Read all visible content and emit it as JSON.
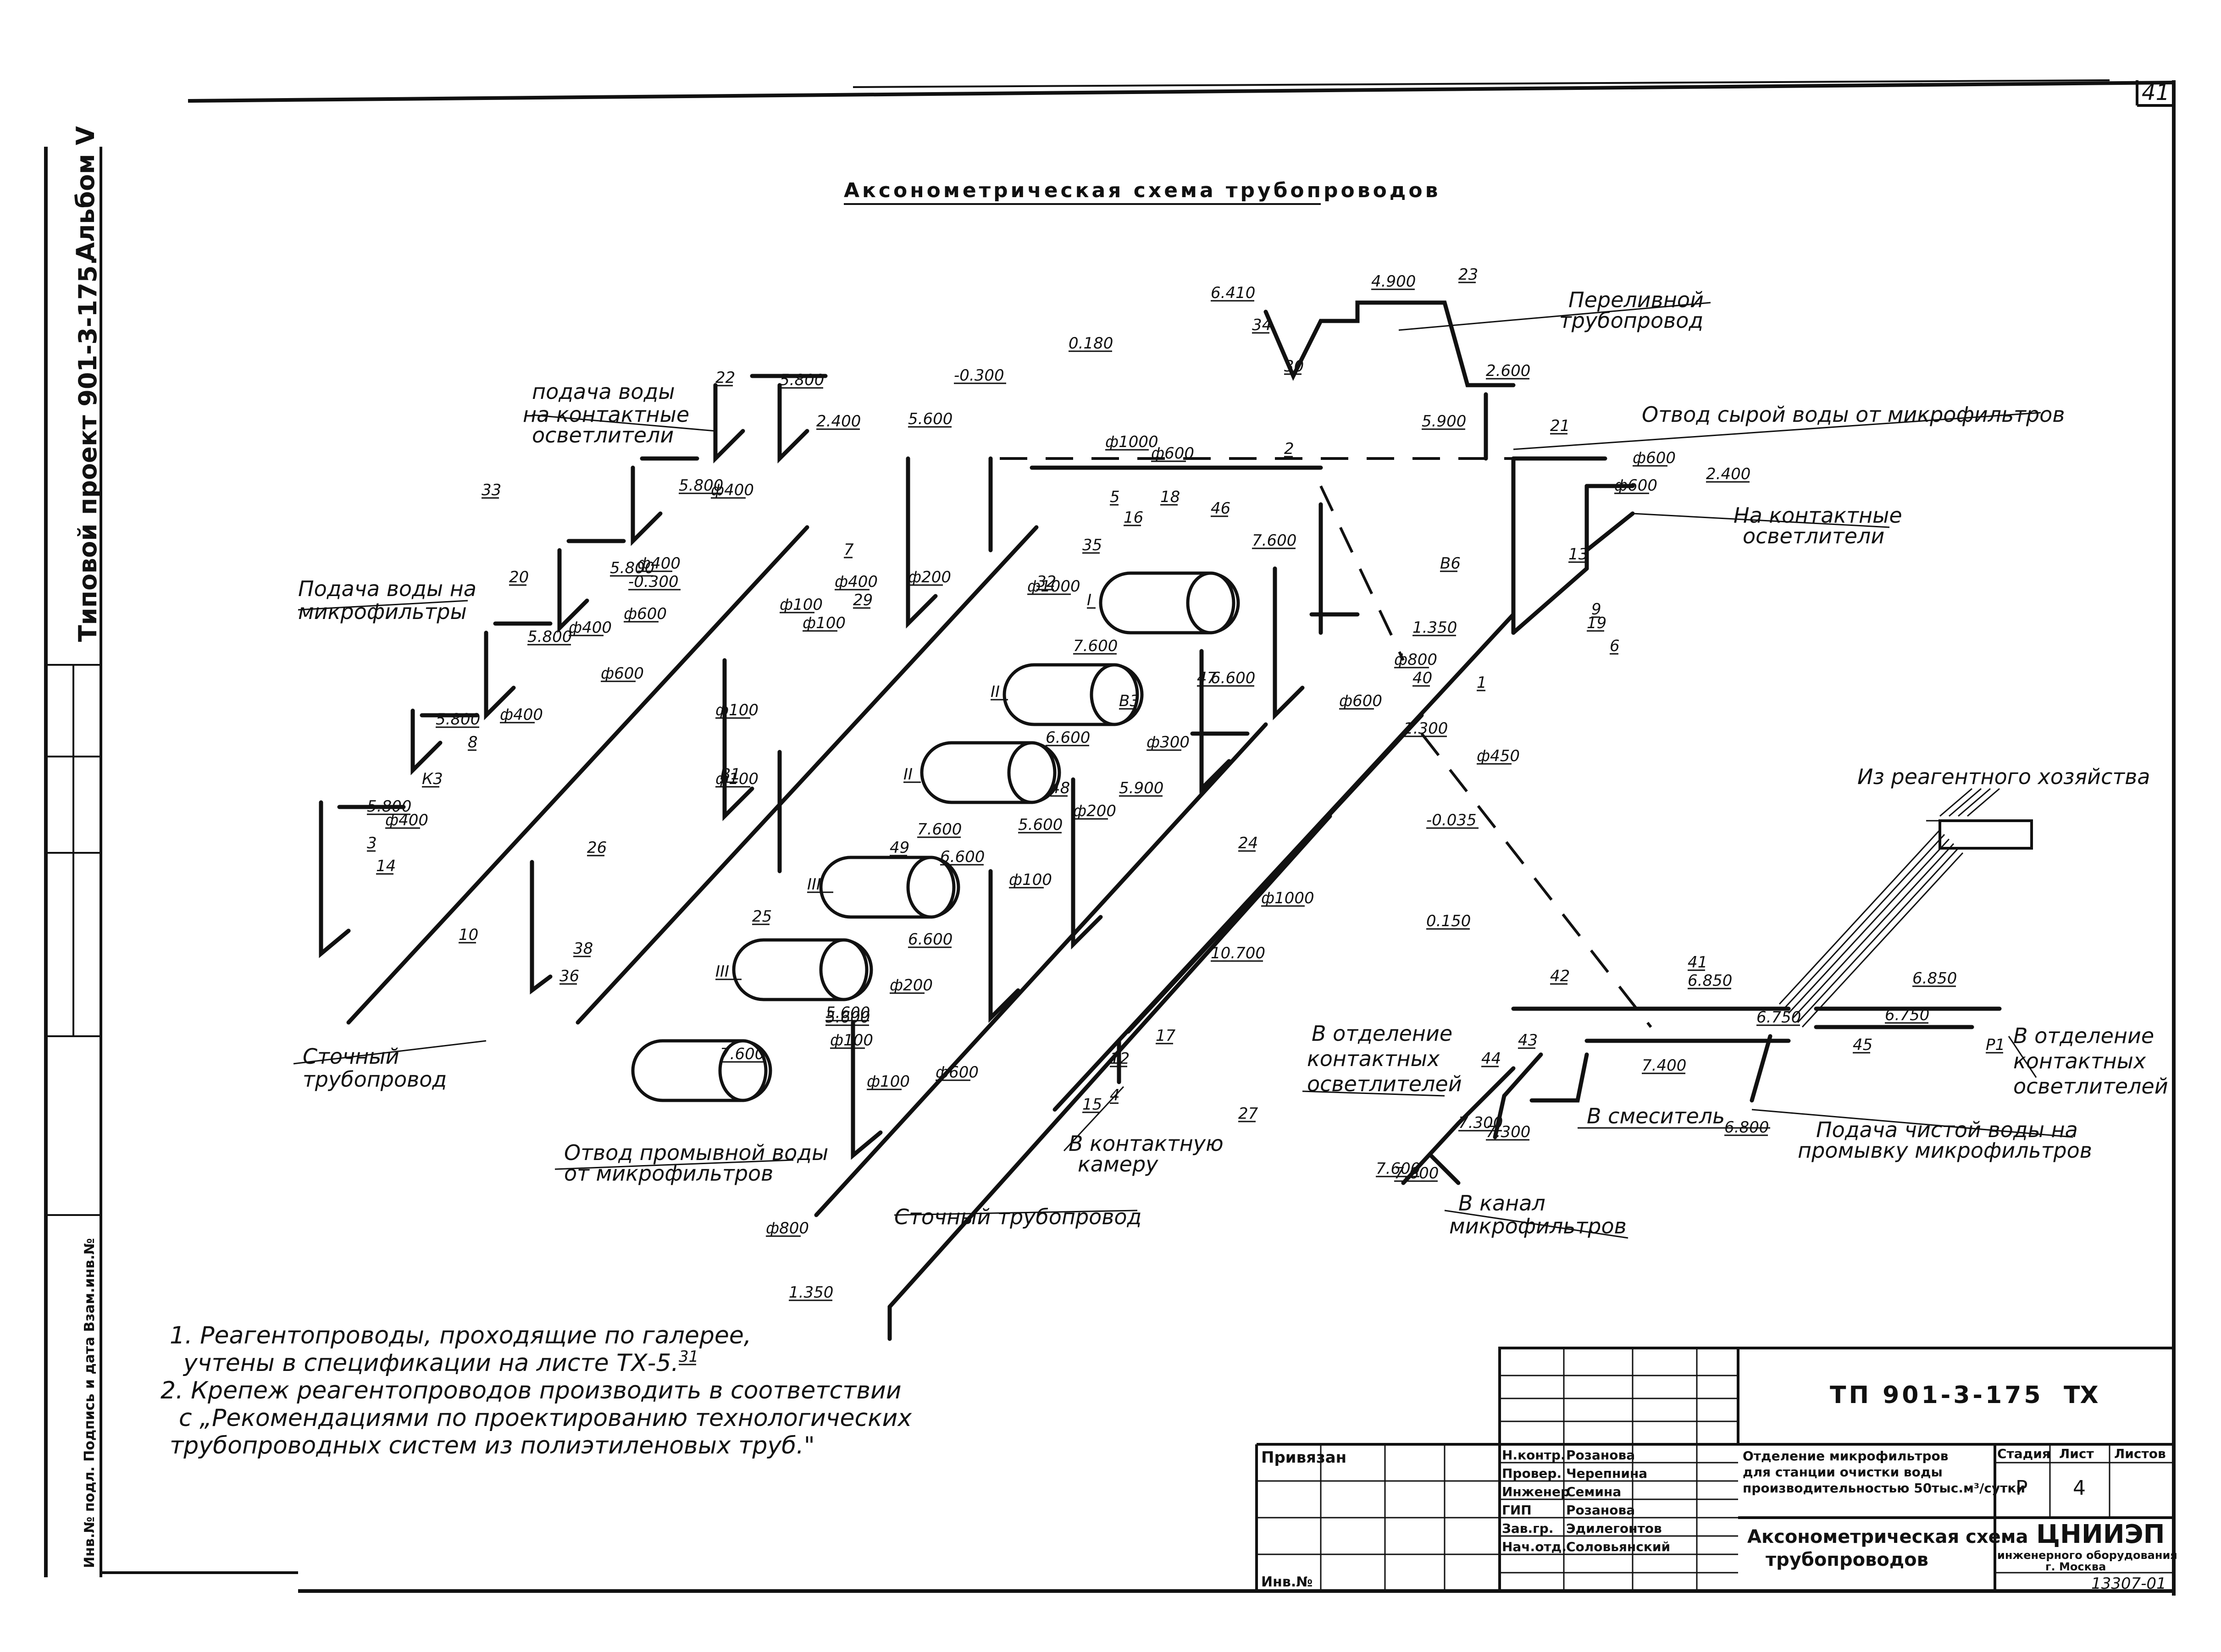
{
  "sheet_number": "41",
  "title": "Аксонометрическая схема трубопроводов",
  "side_strip": {
    "project": "Типовой проект 901-3-175.",
    "album": "Альбом V",
    "inventory": "Инв.№ подл. Подпись и дата Взам.инв.№"
  },
  "labels": {
    "supply_contact": [
      "подача воды",
      "на контактные",
      "осветлители"
    ],
    "supply_micro": [
      "Подача воды на",
      "микрофильтры"
    ],
    "drain_pipe": [
      "Сточный",
      "трубопровод"
    ],
    "wash_drain": [
      "Отвод промывной воды",
      "от микрофильтров"
    ],
    "to_contact_chamber": [
      "В контактную",
      "камеру"
    ],
    "sewer_pipe": "Сточный трубопровод",
    "overflow": [
      "Переливной",
      "трубопровод"
    ],
    "raw_outlet": "Отвод сырой воды от микрофильтров",
    "to_contact_clarifiers": [
      "На контактные",
      "осветлители"
    ],
    "from_reagent": "Из реагентного хозяйства",
    "dept_left": [
      "В отделение",
      "контактных",
      "осветлителей"
    ],
    "dept_right": [
      "В отделение",
      "контактных",
      "осветлителей"
    ],
    "to_mixer": "В смеситель",
    "clean_water": [
      "Подача чистой воды на",
      "промывку микрофильтров"
    ],
    "to_channel": [
      "В канал",
      "микрофильтров"
    ]
  },
  "marks": {
    "elevations": [
      "6.410",
      "4.900",
      "2.600",
      "5.900",
      "5.800",
      "5.800",
      "5.800",
      "5.800",
      "5.800",
      "5.800",
      "2.400",
      "5.600",
      "-0.300",
      "-0.300",
      "0.180",
      "7.600",
      "7.600",
      "6.600",
      "5.900",
      "7.600",
      "6.600",
      "5.600",
      "6.600",
      "5.600",
      "7.600",
      "1.350",
      "1.300",
      "-0.035",
      "7.300",
      "5.600",
      "6.850",
      "6.850",
      "6.750",
      "7.400",
      "7.600",
      "7.300",
      "7.600",
      "6.750",
      "2.400",
      "6.600",
      "1.350",
      "10.700",
      "6.800",
      "0.150"
    ],
    "diameters": [
      "ф600",
      "ф1000",
      "ф600",
      "ф600",
      "ф400",
      "ф400",
      "ф600",
      "ф400",
      "ф400",
      "ф400",
      "ф600",
      "ф100",
      "ф100",
      "ф100",
      "ф100",
      "ф200",
      "ф200",
      "ф100",
      "ф600",
      "ф1000",
      "ф1000",
      "ф800",
      "ф100",
      "ф100",
      "ф450",
      "ф800",
      "ф300",
      "ф200",
      "ф400",
      "ф600"
    ],
    "positions": [
      "1",
      "2",
      "3",
      "4",
      "5",
      "6",
      "7",
      "8",
      "9",
      "10",
      "12",
      "13",
      "14",
      "15",
      "16",
      "17",
      "18",
      "19",
      "20",
      "21",
      "22",
      "23",
      "24",
      "25",
      "26",
      "27",
      "29",
      "30",
      "31",
      "32",
      "33",
      "34",
      "35",
      "36",
      "38",
      "40",
      "41",
      "42",
      "43",
      "44",
      "45",
      "46",
      "47",
      "48",
      "49"
    ],
    "line_codes": [
      "К3",
      "В1",
      "В3",
      "В6",
      "Р1"
    ]
  },
  "notes": [
    "1. Реагентопроводы, проходящие по галерее,",
    "учтены в спецификации на листе ТХ-5.",
    "2. Крепеж реагентопроводов производить в соответствии",
    "с „Рекомендациями по проектированию технологических",
    "трубопроводных систем из полиэтиленовых труб.\""
  ],
  "title_block": {
    "code": "ТП 901-3-175",
    "mark": "ТХ",
    "privyazan": "Привязан",
    "inv": "Инв.№",
    "roles": [
      "Н.контр.",
      "Провер.",
      "Инженер",
      "ГИП",
      "Зав.гр.",
      "Нач.отд."
    ],
    "names": [
      "Розанова",
      "Черепнина",
      "Семина",
      "Розанова",
      "Эдилегонтов",
      "Соловьянский"
    ],
    "object": [
      "Отделение микрофильтров",
      "для станции очистки воды",
      "производительностью 50тыс.м³/сутки"
    ],
    "sheet_title": [
      "Аксонометрическая схема",
      "трубопроводов"
    ],
    "stage_h": "Стадия",
    "sheet_h": "Лист",
    "sheets_h": "Листов",
    "stage": "Р",
    "sheet": "4",
    "sheets": "",
    "org": "ЦНИИЭП",
    "org_sub": [
      "инженерного оборудования",
      "г. Москва"
    ],
    "drawing_no": "13307-01"
  },
  "tank_marks": [
    "I",
    "II",
    "II",
    "III",
    "III"
  ]
}
